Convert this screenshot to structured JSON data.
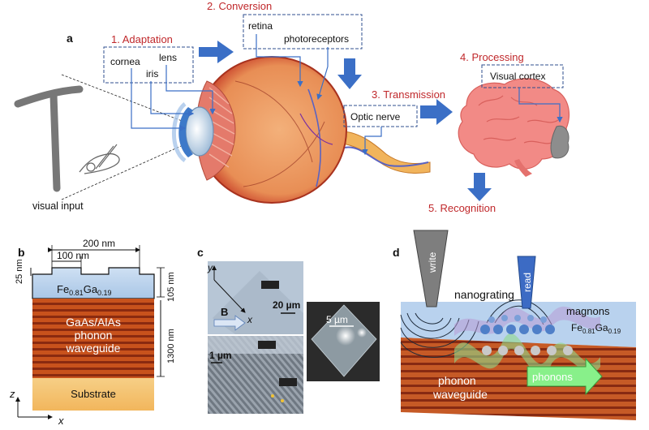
{
  "panel_a": {
    "label": "a",
    "steps": {
      "adaptation": "1. Adaptation",
      "conversion": "2. Conversion",
      "transmission": "3. Transmission",
      "processing": "4. Processing",
      "recognition": "5. Recognition"
    },
    "labels": {
      "cornea": "cornea",
      "lens": "lens",
      "iris": "iris",
      "retina": "retina",
      "photoreceptors": "photoreceptors",
      "optic_nerve": "Optic nerve",
      "visual_cortex": "Visual cortex",
      "visual_input": "visual input"
    },
    "colors": {
      "step_text": "#c0282b",
      "arrow": "#3b6fc6",
      "box_border": "#2f4f8f"
    }
  },
  "panel_b": {
    "label": "b",
    "width_200": "200 nm",
    "width_100": "100 nm",
    "depth_25": "25",
    "depth_25_unit": "nm",
    "film_thickness": "105 nm",
    "waveguide_thickness": "1300 nm",
    "film_base": "Fe",
    "film_sub1": "0.81",
    "film_mid": "Ga",
    "film_sub2": "0.19",
    "waveguide_line1": "GaAs/AlAs",
    "waveguide_line2": "phonon",
    "waveguide_line3": "waveguide",
    "substrate": "Substrate",
    "axis_z": "z",
    "axis_x": "x"
  },
  "panel_c": {
    "label": "c",
    "scale_20": "20 µm",
    "scale_1": "1 µm",
    "scale_5": "5 µm",
    "axis_y": "y",
    "axis_x": "x",
    "field": "B"
  },
  "panel_d": {
    "label": "d",
    "write": "write",
    "read": "read",
    "nanograting": "nanograting",
    "magnons": "magnons",
    "film_base": "Fe",
    "film_sub1": "0.81",
    "film_mid": "Ga",
    "film_sub2": "0.19",
    "phonon_waveguide_1": "phonon",
    "phonon_waveguide_2": "waveguide",
    "phonons": "phonons"
  }
}
